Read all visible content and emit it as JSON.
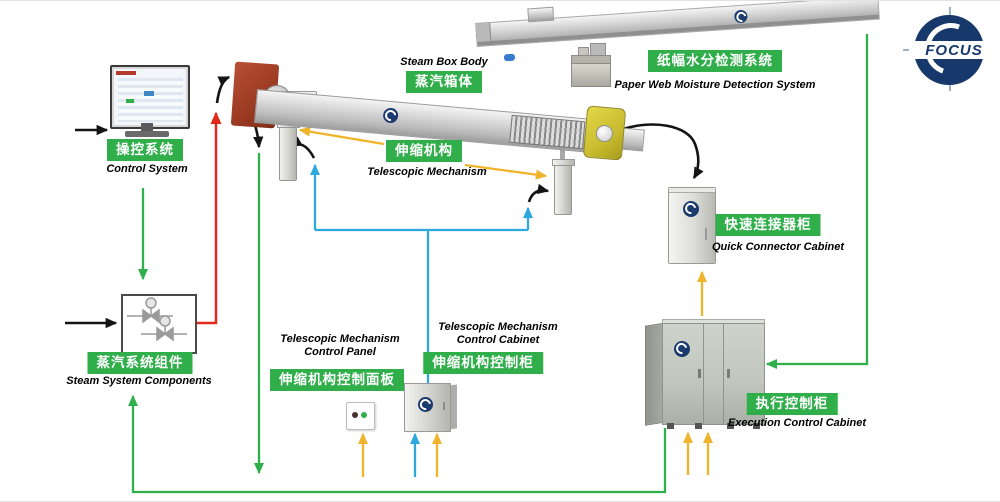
{
  "colors": {
    "badge_green": "#2fae4a",
    "line_green": "#2fb04c",
    "line_red": "#e12a1e",
    "line_blue": "#2ea9e0",
    "line_yellow": "#f0b42c",
    "line_black": "#141414",
    "brand_navy": "#1b3a6e"
  },
  "logo": {
    "brand": "FOCUS"
  },
  "nodes": {
    "control_system": {
      "zh": "操控系统",
      "en": "Control System"
    },
    "steam_system_components": {
      "zh": "蒸汽系统组件",
      "en": "Steam System Components"
    },
    "steam_box_body": {
      "zh": "蒸汽箱体",
      "en": "Steam Box Body"
    },
    "telescopic_mechanism": {
      "zh": "伸缩机构",
      "en": "Telescopic Mechanism"
    },
    "paper_web_moisture_detection_system": {
      "zh": "纸幅水分检测系统",
      "en": "Paper Web Moisture Detection System"
    },
    "telescopic_control_panel": {
      "zh": "伸缩机构控制面板",
      "en_line1": "Telescopic Mechanism",
      "en_line2": "Control Panel"
    },
    "telescopic_control_cabinet": {
      "zh": "伸缩机构控制柜",
      "en_line1": "Telescopic Mechanism",
      "en_line2": "Control Cabinet"
    },
    "quick_connector_cabinet": {
      "zh": "快速连接器柜",
      "en": "Quick Connector Cabinet"
    },
    "execution_control_cabinet": {
      "zh": "执行控制柜",
      "en": "Execution Control Cabinet"
    }
  }
}
